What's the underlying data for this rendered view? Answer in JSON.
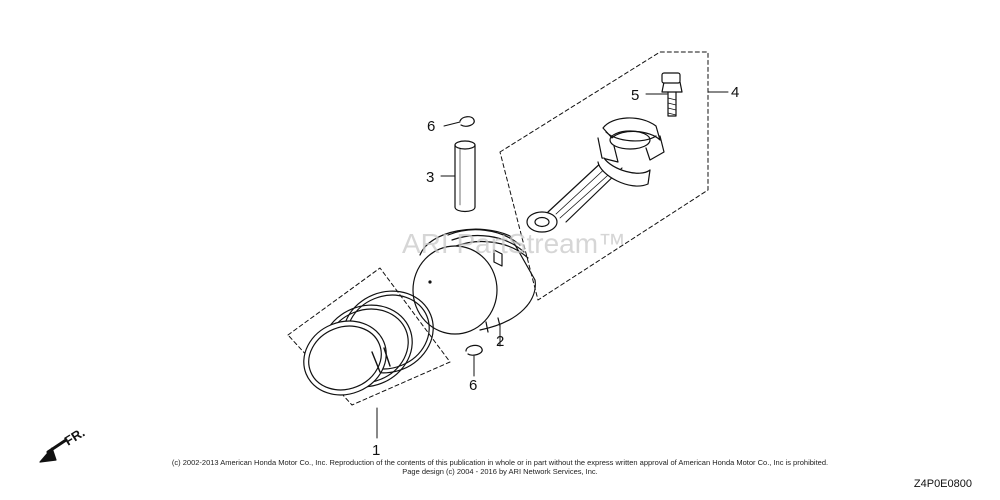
{
  "diagram": {
    "watermark": "ARI PartStream™",
    "direction_label": "FR.",
    "callouts": [
      "1",
      "2",
      "3",
      "4",
      "5",
      "6",
      "6"
    ],
    "copyright_line1": "(c) 2002-2013 American Honda Motor Co., Inc. Reproduction of the contents of this publication in whole or in part without the express written approval of American Honda Motor Co., Inc is prohibited.",
    "copyright_line2": "Page design (c) 2004 - 2016 by ARI Network Services, Inc.",
    "diagram_code": "Z4P0E0800"
  }
}
